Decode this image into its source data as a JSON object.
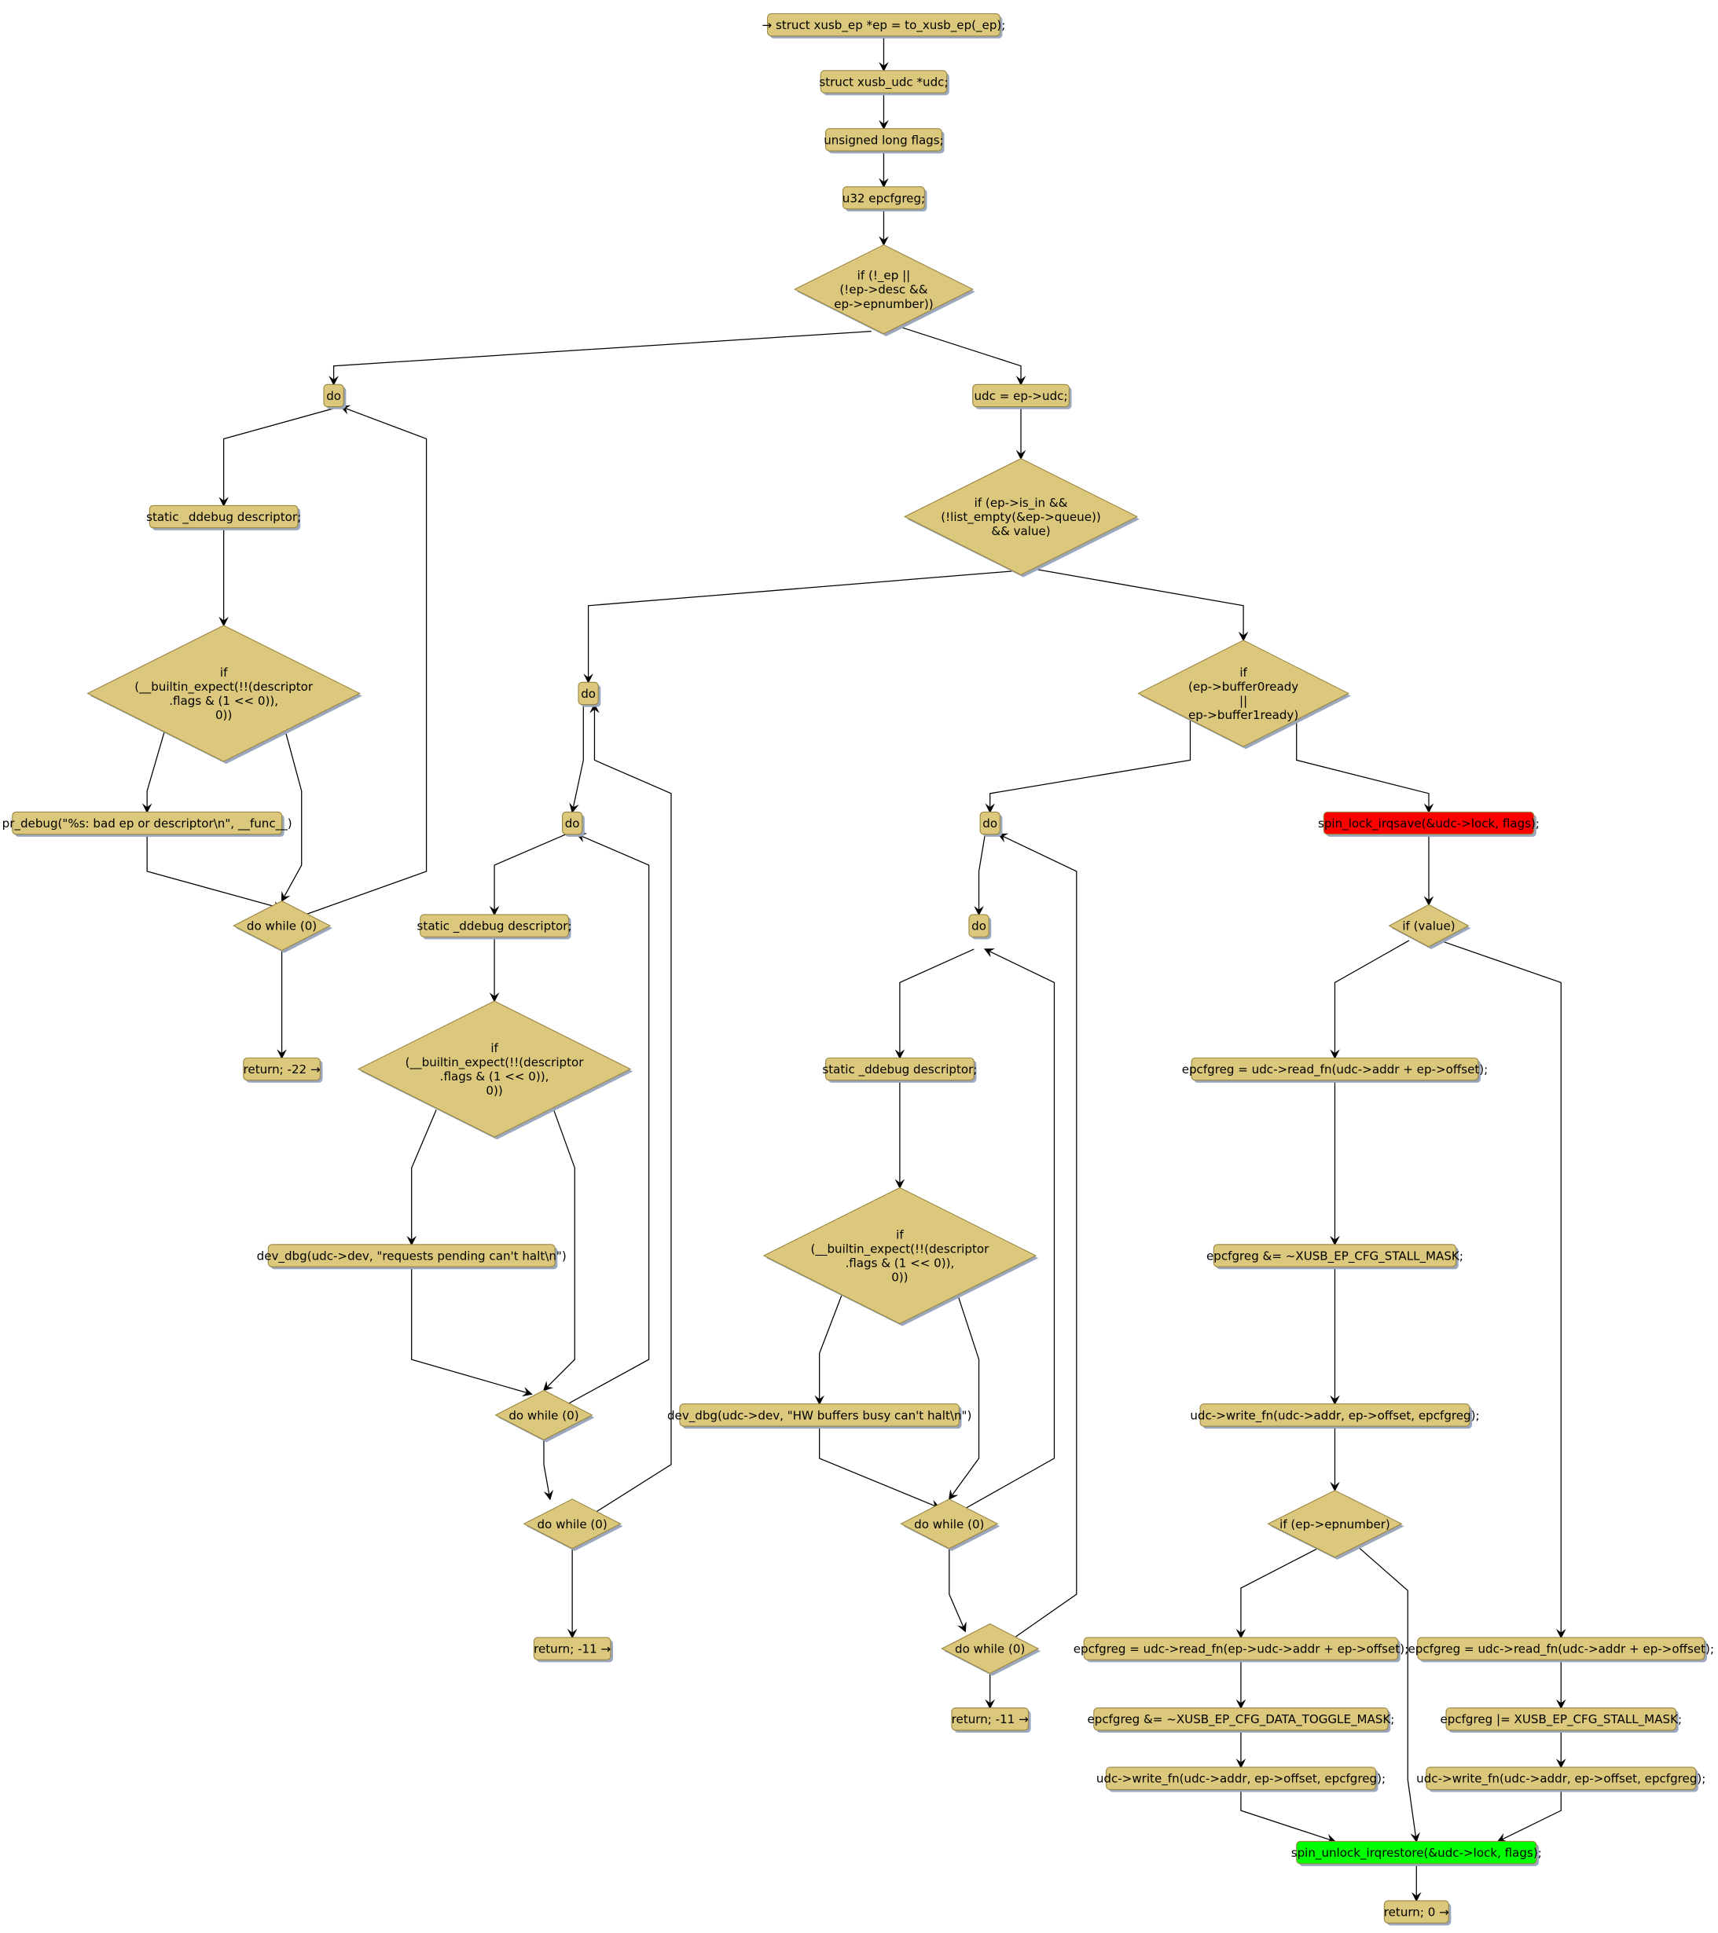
{
  "colors": {
    "node": "#dbc87c",
    "lock": "#ff0000",
    "unlock": "#00ff00",
    "edge": "#000000"
  },
  "nodes": [
    {
      "id": "n0",
      "lines": [
        "→ struct xusb_ep *ep = to_xusb_ep(_ep);"
      ]
    },
    {
      "id": "n1",
      "lines": [
        "struct xusb_udc *udc;"
      ]
    },
    {
      "id": "n2",
      "lines": [
        "unsigned long flags;"
      ]
    },
    {
      "id": "n3",
      "lines": [
        "u32 epcfgreg;"
      ]
    },
    {
      "id": "d0",
      "lines": [
        "if (!_ep ||",
        "(!ep->desc &&",
        "ep->epnumber))"
      ]
    },
    {
      "id": "n4",
      "lines": [
        "do"
      ]
    },
    {
      "id": "n5",
      "lines": [
        "udc = ep->udc;"
      ]
    },
    {
      "id": "n6",
      "lines": [
        "static _ddebug descriptor;"
      ]
    },
    {
      "id": "d1",
      "lines": [
        "if",
        "(__builtin_expect(!!(descriptor",
        ".flags & (1 << 0)),",
        "0))"
      ]
    },
    {
      "id": "n7",
      "lines": [
        "pr_debug(\"%s: bad ep or descriptor\\n\", __func__)"
      ]
    },
    {
      "id": "d2",
      "lines": [
        "do while (0)"
      ]
    },
    {
      "id": "n8",
      "lines": [
        "return; -22 →"
      ]
    },
    {
      "id": "d3",
      "lines": [
        "if (ep->is_in &&",
        "(!list_empty(&ep->queue))",
        "&& value)"
      ]
    },
    {
      "id": "n9",
      "lines": [
        "do"
      ]
    },
    {
      "id": "d4",
      "lines": [
        "if",
        "(ep->buffer0ready",
        "||",
        "ep->buffer1ready)"
      ]
    },
    {
      "id": "n10",
      "lines": [
        "do"
      ]
    },
    {
      "id": "n11",
      "lines": [
        "static _ddebug descriptor;"
      ]
    },
    {
      "id": "d5",
      "lines": [
        "if",
        "(__builtin_expect(!!(descriptor",
        ".flags & (1 << 0)),",
        "0))"
      ]
    },
    {
      "id": "n12",
      "lines": [
        "dev_dbg(udc->dev, \"requests pending can't halt\\n\")"
      ]
    },
    {
      "id": "d6",
      "lines": [
        "do while (0)"
      ]
    },
    {
      "id": "d7",
      "lines": [
        "do while (0)"
      ]
    },
    {
      "id": "n13",
      "lines": [
        "return; -11 →"
      ]
    },
    {
      "id": "n14",
      "lines": [
        "do"
      ]
    },
    {
      "id": "n15",
      "lines": [
        "spin_lock_irqsave(&udc->lock, flags);"
      ],
      "color": "lock"
    },
    {
      "id": "n16",
      "lines": [
        "do"
      ]
    },
    {
      "id": "d8",
      "lines": [
        "if (value)"
      ]
    },
    {
      "id": "n17",
      "lines": [
        "static _ddebug descriptor;"
      ]
    },
    {
      "id": "n18",
      "lines": [
        "epcfgreg = udc->read_fn(udc->addr + ep->offset);"
      ]
    },
    {
      "id": "d9",
      "lines": [
        "if",
        "(__builtin_expect(!!(descriptor",
        ".flags & (1 << 0)),",
        "0))"
      ]
    },
    {
      "id": "n19",
      "lines": [
        "epcfgreg &= ~XUSB_EP_CFG_STALL_MASK;"
      ]
    },
    {
      "id": "n20",
      "lines": [
        "dev_dbg(udc->dev, \"HW buffers busy can't halt\\n\")"
      ]
    },
    {
      "id": "n21",
      "lines": [
        "udc->write_fn(udc->addr, ep->offset, epcfgreg);"
      ]
    },
    {
      "id": "d10",
      "lines": [
        "do while (0)"
      ]
    },
    {
      "id": "d11",
      "lines": [
        "if (ep->epnumber)"
      ]
    },
    {
      "id": "d12",
      "lines": [
        "do while (0)"
      ]
    },
    {
      "id": "n22",
      "lines": [
        "return; -11 →"
      ]
    },
    {
      "id": "n23",
      "lines": [
        "epcfgreg = udc->read_fn(ep->udc->addr + ep->offset);"
      ]
    },
    {
      "id": "n24",
      "lines": [
        "epcfgreg = udc->read_fn(udc->addr + ep->offset);"
      ]
    },
    {
      "id": "n25",
      "lines": [
        "epcfgreg &= ~XUSB_EP_CFG_DATA_TOGGLE_MASK;"
      ]
    },
    {
      "id": "n26",
      "lines": [
        "epcfgreg |= XUSB_EP_CFG_STALL_MASK;"
      ]
    },
    {
      "id": "n27",
      "lines": [
        "udc->write_fn(udc->addr, ep->offset, epcfgreg);"
      ]
    },
    {
      "id": "n28",
      "lines": [
        "udc->write_fn(udc->addr, ep->offset, epcfgreg);"
      ]
    },
    {
      "id": "n29",
      "lines": [
        "spin_unlock_irqrestore(&udc->lock, flags);"
      ],
      "color": "unlock"
    },
    {
      "id": "n30",
      "lines": [
        "return; 0 →"
      ]
    }
  ]
}
